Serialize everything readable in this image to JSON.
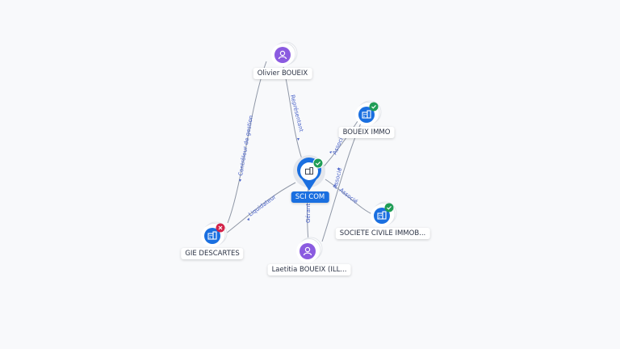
{
  "colors": {
    "person": "#8b5be0",
    "company": "#1a6fe0",
    "active": "#1f9d55",
    "closed": "#d3244a",
    "edge": "#8f97a6",
    "edge_label": "#4a63c9"
  },
  "nodes": {
    "sci_com": {
      "label": "SCI COM",
      "kind": "company",
      "status": "active"
    },
    "olivier": {
      "label": "Olivier BOUEIX",
      "kind": "person"
    },
    "boueix_immo": {
      "label": "BOUEIX IMMO",
      "kind": "company",
      "status": "active"
    },
    "societe_civile": {
      "label": "SOCIETE CIVILE IMMOB...",
      "kind": "company",
      "status": "active"
    },
    "laetitia": {
      "label": "Laetitia BOUEIX (ILL...",
      "kind": "person"
    },
    "gie": {
      "label": "GIE DESCARTES",
      "kind": "company",
      "status": "closed"
    }
  },
  "edges": {
    "representant": "Représentant",
    "controleur": "Contrôleur de gestion",
    "liquidateur": "Liquidateur",
    "gerant": "Gérant",
    "associe_1": "Associé",
    "associe_2": "Associé",
    "associe_3": "Associé"
  },
  "icons": {
    "person": "person-icon",
    "company": "building-icon",
    "active": "check-icon",
    "closed": "cross-icon"
  }
}
